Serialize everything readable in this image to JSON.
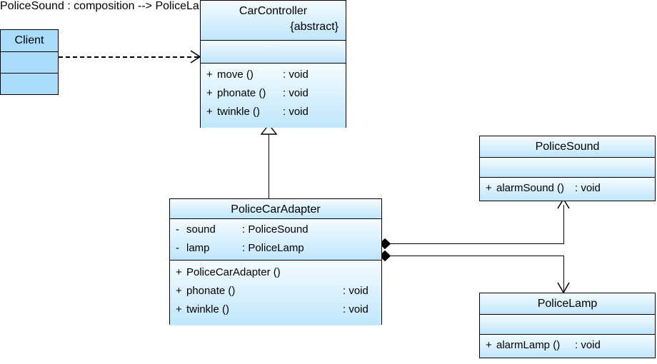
{
  "diagram": {
    "type": "uml-class-diagram",
    "title": "Adapter pattern - PoliceCarAdapter",
    "background": "#ffffff",
    "fill_gradient_top": "#f4fbff",
    "fill_gradient_bottom": "#bfe6fb",
    "flat_fill": "#a9ddfb",
    "line_color": "#000000"
  },
  "classes": {
    "client": {
      "name": "Client",
      "attributes": [],
      "operations": []
    },
    "car_controller": {
      "name": "CarController",
      "stereotype": "{abstract}",
      "attributes": [],
      "operations": [
        {
          "visibility": "+",
          "signature": "move ()",
          "type": ": void"
        },
        {
          "visibility": "+",
          "signature": "phonate ()",
          "type": ": void"
        },
        {
          "visibility": "+",
          "signature": "twinkle ()",
          "type": ": void"
        }
      ]
    },
    "police_car_adapter": {
      "name": "PoliceCarAdapter",
      "attributes": [
        {
          "visibility": "-",
          "signature": "sound",
          "type": ": PoliceSound"
        },
        {
          "visibility": "-",
          "signature": "lamp",
          "type": ": PoliceLamp"
        }
      ],
      "operations": [
        {
          "visibility": "+",
          "signature": "PoliceCarAdapter ()",
          "type": ""
        },
        {
          "visibility": "+",
          "signature": "phonate ()",
          "type": ": void"
        },
        {
          "visibility": "+",
          "signature": "twinkle ()",
          "type": ": void"
        }
      ]
    },
    "police_sound": {
      "name": "PoliceSound",
      "attributes": [],
      "operations": [
        {
          "visibility": "+",
          "signature": "alarmSound ()",
          "type": ": void"
        }
      ]
    },
    "police_lamp": {
      "name": "PoliceLamp",
      "attributes": [],
      "operations": [
        {
          "visibility": "+",
          "signature": "alarmLamp ()",
          "type": ": void"
        }
      ]
    }
  },
  "relationships": [
    {
      "id": "client-uses-carcontroller",
      "kind": "dependency",
      "style": "dashed",
      "arrow": "open",
      "from": "Client",
      "to": "CarController"
    },
    {
      "id": "adapter-extends-carcontroller",
      "kind": "generalization",
      "style": "solid",
      "arrow": "hollow-triangle",
      "from": "PoliceCarAdapter",
      "to": "CarController"
    },
    {
      "id": "adapter-has-sound",
      "kind": "composition",
      "style": "solid",
      "arrow": "open",
      "diamond": "filled",
      "from": "PoliceCarAdapter",
      "to": "PoliceSound"
    },
    {
      "id": "adapter-has-lamp",
      "kind": "composition",
      "style": "solid",
      "arrow": "open",
      "diamond": "filled",
      "from": "PoliceCarAdapter",
      "to": "PoliceLamp"
    }
  ]
}
